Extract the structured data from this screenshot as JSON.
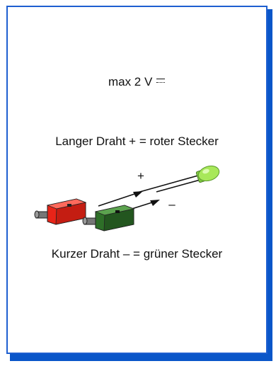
{
  "card": {
    "voltage_text": "max 2 V",
    "long_wire_text": "Langer Draht + = roter Stecker",
    "short_wire_text": "Kurzer Draht – = grüner Stecker",
    "plus_sign": "+",
    "minus_sign": "–"
  },
  "colors": {
    "border": "#1e5fd0",
    "shadow": "#0a56c9",
    "red_plug": "#e82418",
    "green_plug": "#2e6f28",
    "led": "#a8e85a"
  },
  "icons": [
    "dc-symbol",
    "red-plug-icon",
    "green-plug-icon",
    "led-icon",
    "arrow-icon"
  ]
}
